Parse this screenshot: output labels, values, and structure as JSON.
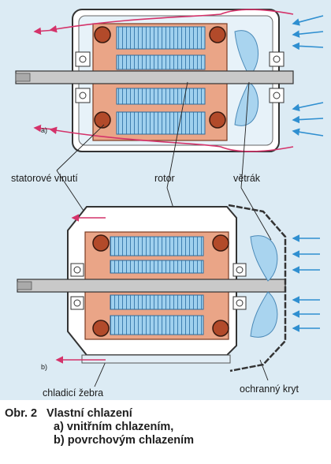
{
  "labels": {
    "part_a": "a)",
    "part_b": "b)",
    "stator_winding": "statorové vinutí",
    "rotor": "rotor",
    "fan": "větrák",
    "cooling_fins": "chladicí žebra",
    "protective_cover": "ochranný kryt"
  },
  "caption": {
    "number": "Obr. 2",
    "title": "Vlastní chlazení",
    "line_a": "a) vnitřním chlazením,",
    "line_b": "b) povrchovým chlazením"
  },
  "colors": {
    "air_inlet": "#2f8fd0",
    "air_outlet": "#d4336a",
    "winding": "#b24a2a",
    "core": "#e9a584",
    "rotor_stack": "#8ec6e8",
    "casing": "#ffffff",
    "fan": "#a9d4ef"
  }
}
